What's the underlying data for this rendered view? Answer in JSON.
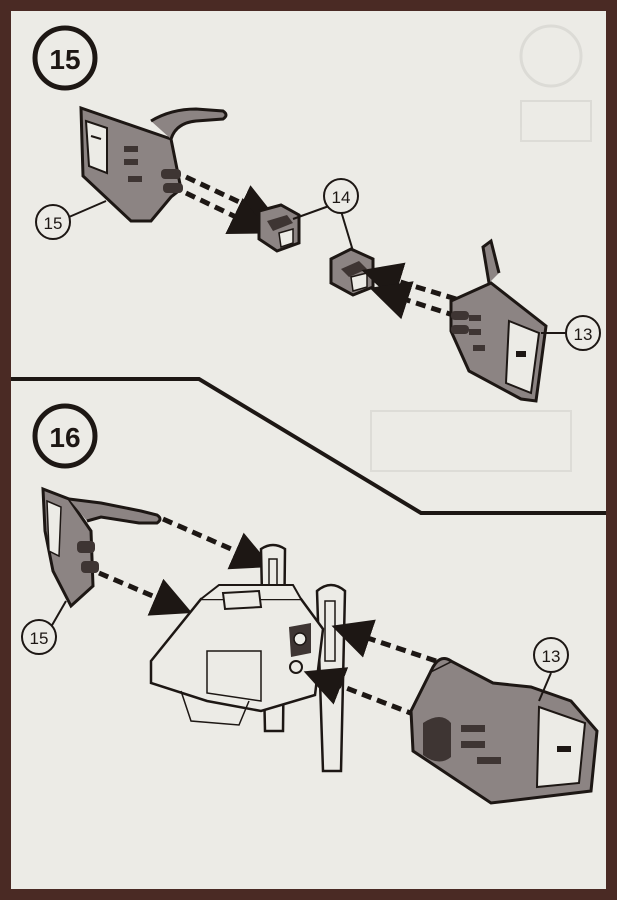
{
  "steps": [
    {
      "number": "15"
    },
    {
      "number": "16"
    }
  ],
  "callouts": {
    "step15_part15": "15",
    "step15_part14": "14",
    "step15_part13": "13",
    "step16_part15": "15",
    "step16_part13": "13"
  },
  "colors": {
    "frame": "#4a2a24",
    "paper": "#ecebe6",
    "part_fill": "#8c8483",
    "part_dark": "#3e3533",
    "ink": "#1d1714"
  }
}
